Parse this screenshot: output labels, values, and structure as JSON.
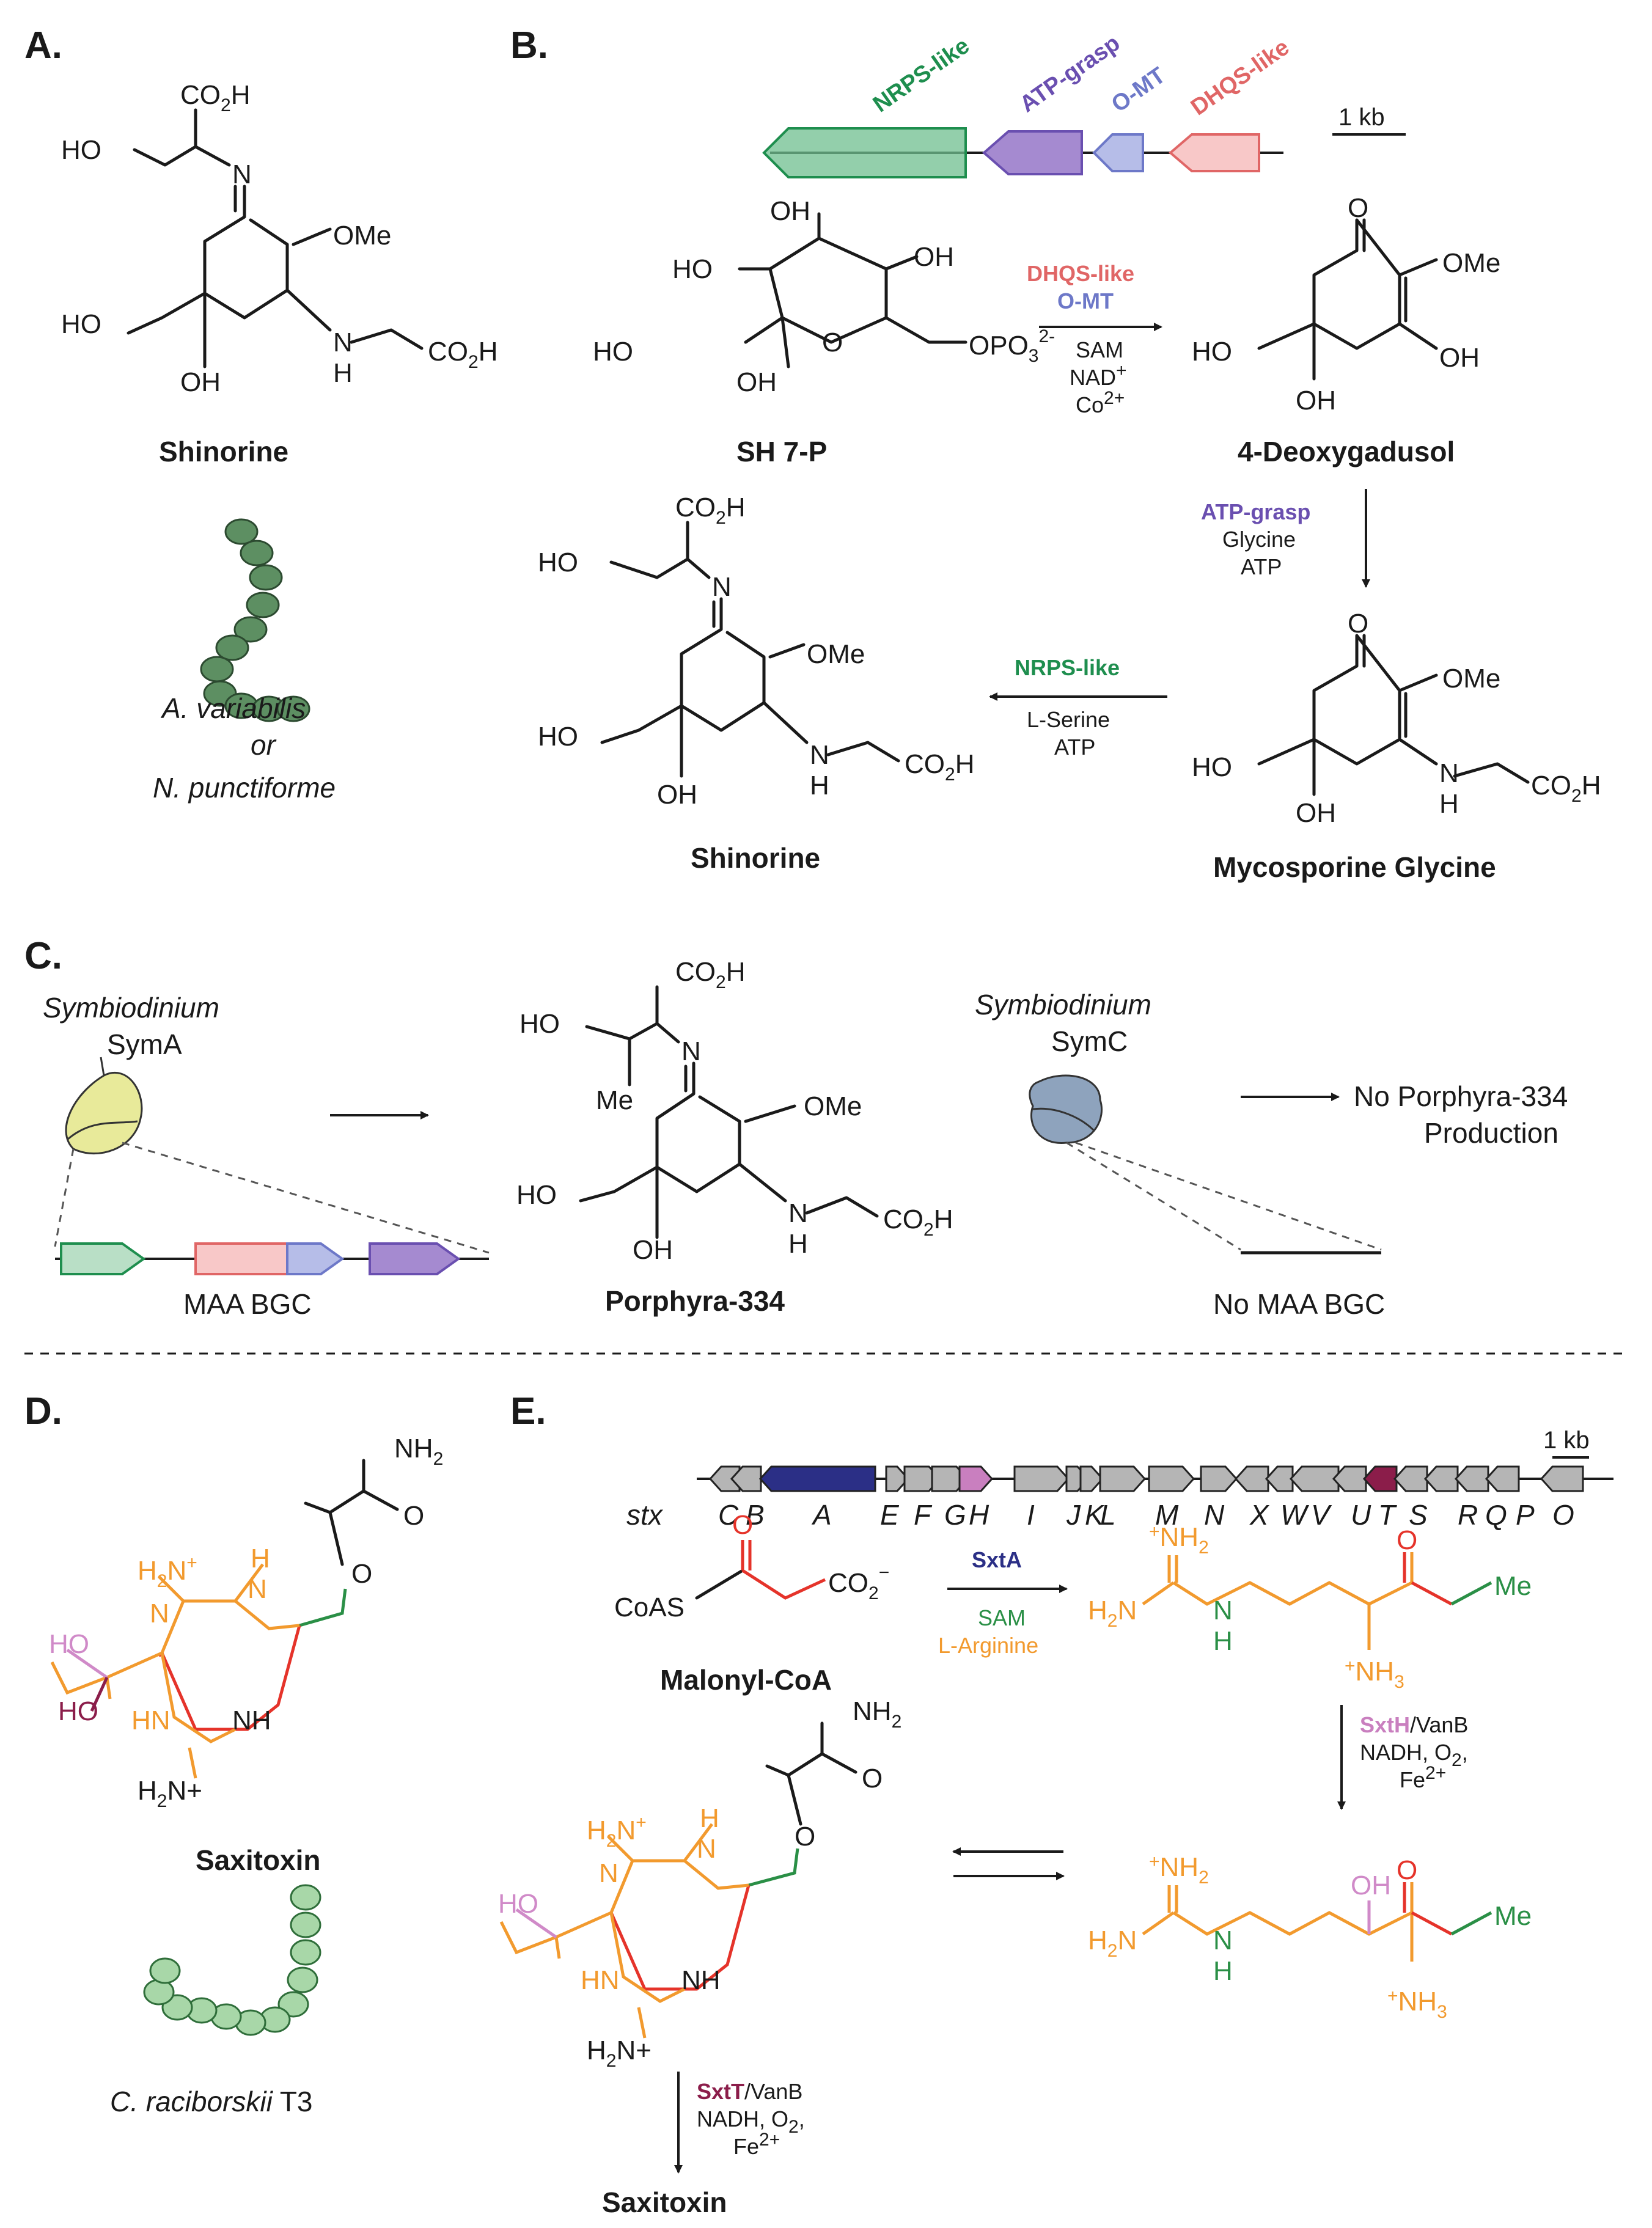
{
  "panels": {
    "a": "A.",
    "b": "B.",
    "c": "C.",
    "d": "D.",
    "e": "E."
  },
  "colors": {
    "nrps": "#6fbf8f",
    "nrps_stroke": "#1e8e4e",
    "atp": "#a58ad0",
    "atp_stroke": "#6a4fb0",
    "omt": "#b6bde8",
    "omt_stroke": "#6d78c8",
    "dhqs": "#f3a3a3",
    "dhqs_stroke": "#e06666",
    "sxta": "#2b2f86",
    "sxth": "#c97fbf",
    "sxtt": "#8b1d4a",
    "orange": "#f29a2e",
    "red": "#e5332a",
    "green": "#2a8f46",
    "pink": "#d08ac8",
    "maroon": "#8b1d4a",
    "cell_green": "#5d8f62",
    "cell_light": "#a8d7a8",
    "syma": "#e8ea9a",
    "symc": "#8ea3bd"
  },
  "panel_a": {
    "compound": "Shinorine",
    "organism_line1": "A. variabilis",
    "organism_line2": "or",
    "organism_line3": "N. punctiforme",
    "atoms": {
      "co2h": "CO",
      "co2h_sub": "2",
      "co2h_h": "H",
      "ho": "HO",
      "n": "N",
      "ome": "OMe",
      "oh": "OH",
      "nh": "N",
      "h": "H"
    }
  },
  "panel_b": {
    "genes": [
      "NRPS-like",
      "ATP-grasp",
      "O-MT",
      "DHQS-like"
    ],
    "scale": "1 kb",
    "sh7p": "SH 7-P",
    "deoxygadusol": "4-Deoxygadusol",
    "mycosporine": "Mycosporine Glycine",
    "shinorine": "Shinorine",
    "step1_enzymes": [
      "DHQS-like",
      "O-MT"
    ],
    "step1_conditions": [
      "SAM",
      "NAD",
      "Co"
    ],
    "step1_sup": [
      "+",
      "2+"
    ],
    "step2_enzyme": "ATP-grasp",
    "step2_conditions": [
      "Glycine",
      "ATP"
    ],
    "step3_enzyme": "NRPS-like",
    "step3_conditions": [
      "L-Serine",
      "ATP"
    ],
    "phos": "OPO",
    "phos_sub": "3",
    "phos_sup": "2-"
  },
  "panel_c": {
    "org_a": "Symbiodinium",
    "syma": "SymA",
    "org_c": "Symbiodinium",
    "symc": "SymC",
    "bgc": "MAA BGC",
    "product": "Porphyra-334",
    "no_prod_line1": "No Porphyra-334",
    "no_prod_line2": "Production",
    "no_bgc": "No MAA BGC",
    "me": "Me"
  },
  "panel_d": {
    "compound": "Saxitoxin",
    "organism": "C. raciborskii",
    "organism_suffix": "T3"
  },
  "panel_e": {
    "cluster_name": "stx",
    "scale": "1 kb",
    "gene_letters": [
      "C",
      "B",
      "A",
      "E",
      "F",
      "G",
      "H",
      "I",
      "J",
      "K",
      "L",
      "M",
      "N",
      "X",
      "W",
      "V",
      "U",
      "T",
      "S",
      "R",
      "Q",
      "P",
      "O"
    ],
    "malonyl": "Malonyl-CoA",
    "coas": "CoAS",
    "sxta": "SxtA",
    "sxta_conditions": [
      "SAM",
      "L-Arginine"
    ],
    "sxth": "SxtH",
    "sxth_rest": "/VanB",
    "sxth_conditions": [
      "NADH, O",
      "Fe"
    ],
    "sxtt": "SxtT",
    "sxtt_rest": "/VanB",
    "sxtt_conditions": [
      "NADH, O",
      "Fe"
    ],
    "final": "Saxitoxin"
  }
}
